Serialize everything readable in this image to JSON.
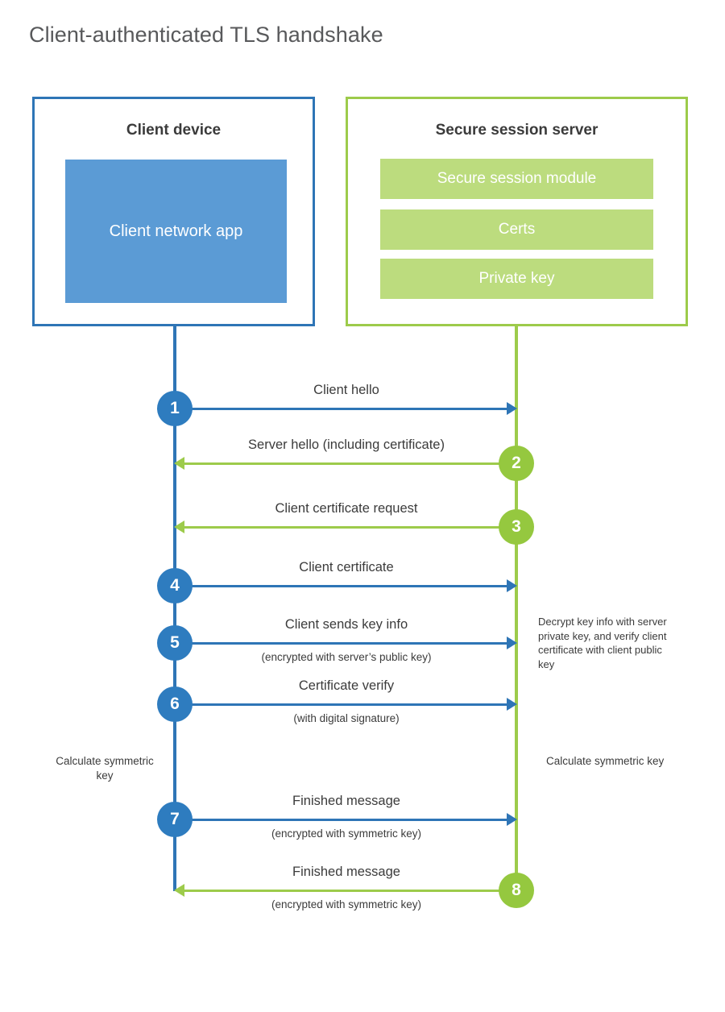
{
  "title": "Client-authenticated TLS handshake",
  "colors": {
    "client_accent": "#2e75b6",
    "client_circle": "#2e7cbf",
    "client_block_fill": "#5b9bd5",
    "server_accent": "#9dcb4b",
    "server_circle": "#95c83f",
    "server_block_fill": "#bcdc7e",
    "title_text": "#58595b",
    "body_text": "#3b3b3b",
    "background": "#ffffff"
  },
  "client": {
    "title": "Client device",
    "app_label": "Client network app"
  },
  "server": {
    "title": "Secure session server",
    "blocks": [
      {
        "label": "Secure session module"
      },
      {
        "label": "Certs"
      },
      {
        "label": "Private key"
      }
    ]
  },
  "notes": {
    "server_decrypt": "Decrypt key info with server private key, and verify client certificate with client public key",
    "client_calculate": "Calculate symmetric key",
    "server_calculate": "Calculate symmetric key"
  },
  "steps": [
    {
      "number": "1",
      "label": "Client hello",
      "sublabel": "",
      "direction": "client-to-server",
      "color": "blue"
    },
    {
      "number": "2",
      "label": "Server hello (including certificate)",
      "sublabel": "",
      "direction": "server-to-client",
      "color": "green"
    },
    {
      "number": "3",
      "label": "Client certificate request",
      "sublabel": "",
      "direction": "server-to-client",
      "color": "green"
    },
    {
      "number": "4",
      "label": "Client certificate",
      "sublabel": "",
      "direction": "client-to-server",
      "color": "blue"
    },
    {
      "number": "5",
      "label": "Client sends key info",
      "sublabel": "(encrypted with server’s public key)",
      "direction": "client-to-server",
      "color": "blue"
    },
    {
      "number": "6",
      "label": "Certificate verify",
      "sublabel": "(with digital signature)",
      "direction": "client-to-server",
      "color": "blue"
    },
    {
      "number": "7",
      "label": "Finished message",
      "sublabel": "(encrypted with symmetric key)",
      "direction": "client-to-server",
      "color": "blue"
    },
    {
      "number": "8",
      "label": "Finished message",
      "sublabel": "(encrypted with symmetric key)",
      "direction": "server-to-client",
      "color": "green"
    }
  ]
}
